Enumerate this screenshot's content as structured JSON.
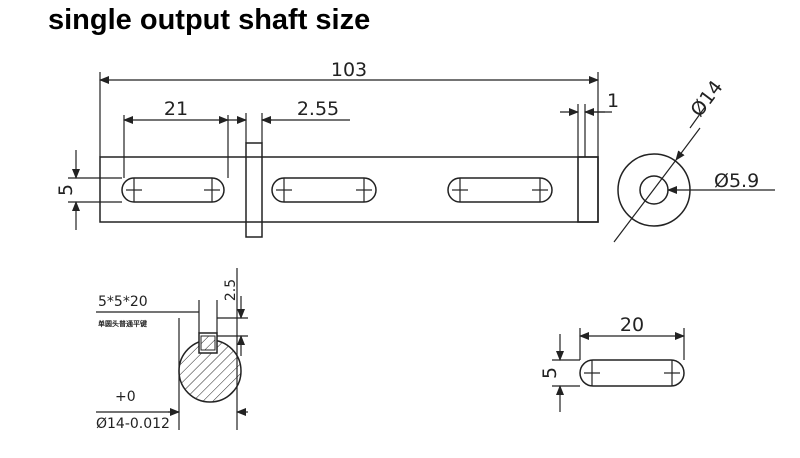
{
  "title": "single output shaft size",
  "dims": {
    "total_length": "103",
    "slot_offset": "21",
    "collar_width": "2.55",
    "end_collar": "1",
    "slot_width": "5",
    "outer_dia": "Ø14",
    "inner_dia": "Ø5.9",
    "key_depth": "2.5",
    "key_spec": "5*5*20",
    "key_note": "单圆头普通平键",
    "tol_upper": "+0",
    "shaft_dia_tol": "Ø14-0.012",
    "key_length": "20",
    "key_width": "5"
  }
}
